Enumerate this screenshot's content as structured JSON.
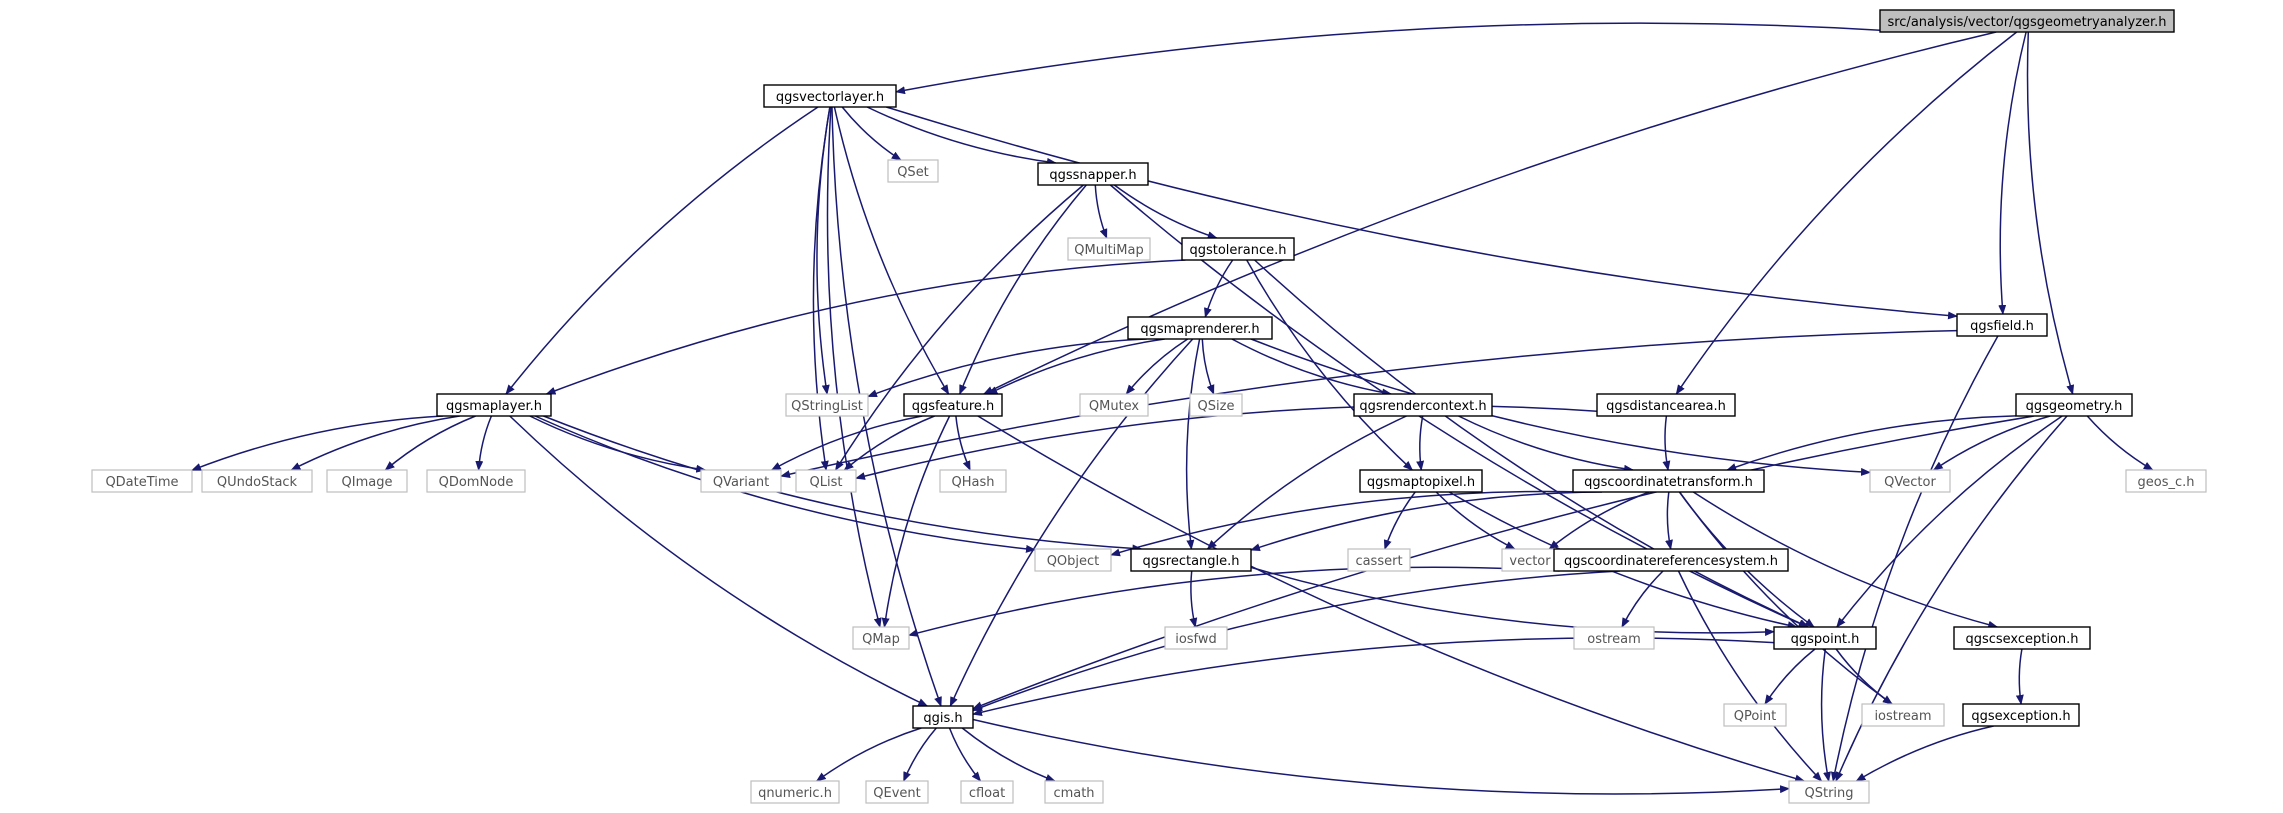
{
  "colors": {
    "edge": "#191970",
    "root_fill": "#bfbfbf",
    "node_border": "#000000",
    "external_border": "#bfbfbf"
  },
  "nodes": {
    "root": "src/analysis/vector/qgsgeometryanalyzer.h",
    "qgsvectorlayer": "qgsvectorlayer.h",
    "qset": "QSet",
    "qgssnapper": "qgssnapper.h",
    "qmultimap": "QMultiMap",
    "qgstolerance": "qgstolerance.h",
    "qgsfield": "qgsfield.h",
    "qgsmaprenderer": "qgsmaprenderer.h",
    "qgsmaplayer": "qgsmaplayer.h",
    "qstringlist": "QStringList",
    "qgsfeature": "qgsfeature.h",
    "qmutex": "QMutex",
    "qsize": "QSize",
    "qgsrendercontext": "qgsrendercontext.h",
    "qgsdistancearea": "qgsdistancearea.h",
    "qgsgeometry": "qgsgeometry.h",
    "qdatetime": "QDateTime",
    "qundostack": "QUndoStack",
    "qimage": "QImage",
    "qdomnode": "QDomNode",
    "qvariant": "QVariant",
    "qlist": "QList",
    "qhash": "QHash",
    "qgsmaptopixel": "qgsmaptopixel.h",
    "qgscoordinatetransform": "qgscoordinatetransform.h",
    "qvector": "QVector",
    "geos_c": "geos_c.h",
    "qobject": "QObject",
    "cassert": "cassert",
    "qgsrectangle": "qgsrectangle.h",
    "vector": "vector",
    "qgscoordinatereferencesystem": "qgscoordinatereferencesystem.h",
    "qmap": "QMap",
    "iosfwd": "iosfwd",
    "ostream": "ostream",
    "qgspoint": "qgspoint.h",
    "qgscsexception": "qgscsexception.h",
    "qpoint": "QPoint",
    "iostream": "iostream",
    "qgsexception": "qgsexception.h",
    "qgis": "qgis.h",
    "qnumeric": "qnumeric.h",
    "qevent": "QEvent",
    "cfloat": "cfloat",
    "cmath": "cmath",
    "qstring": "QString"
  }
}
